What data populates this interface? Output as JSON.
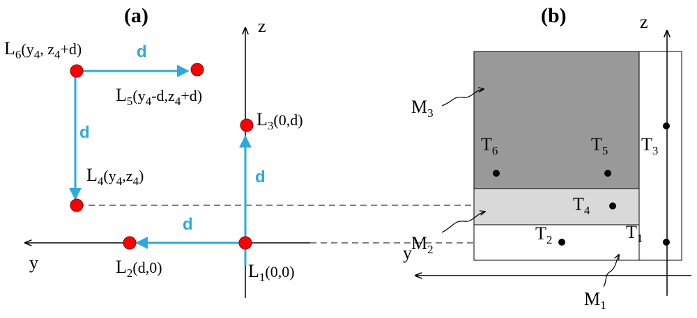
{
  "colors": {
    "accent": "#29ABE2",
    "point": "#FF0000",
    "point_stroke": "#8B0000",
    "region_dark": "#999999",
    "region_light": "#D9D9D9",
    "region_white": "#FFFFFF",
    "line": "#000000"
  },
  "panel_a": {
    "heading": "(a)",
    "axis_z": "z",
    "axis_y": "y",
    "d": "d",
    "points": {
      "L1": {
        "letter": "L",
        "sub": "1",
        "rest": "(0,0)"
      },
      "L2": {
        "letter": "L",
        "sub": "2",
        "rest": "(d,0)"
      },
      "L3": {
        "letter": "L",
        "sub": "3",
        "rest": "(0,d)"
      },
      "L4": {
        "letter": "L",
        "sub": "4",
        "p1": "(y",
        "p1sub": "4",
        "p2": ",z",
        "p2sub": "4",
        "p3": ")"
      },
      "L5": {
        "letter": "L",
        "sub": "5",
        "p1": "(y",
        "p1sub": "4",
        "p2": "-d,z",
        "p2sub": "4",
        "p3": "+d)"
      },
      "L6": {
        "letter": "L",
        "sub": "6",
        "p1": "(y",
        "p1sub": "4",
        "p2": ", z",
        "p2sub": "4",
        "p3": "+d)"
      }
    }
  },
  "panel_b": {
    "heading": "(b)",
    "axis_z": "z",
    "axis_y": "y",
    "regions": {
      "M1": {
        "letter": "M",
        "sub": "1"
      },
      "M2": {
        "letter": "M",
        "sub": "2"
      },
      "M3": {
        "letter": "M",
        "sub": "3"
      }
    },
    "targets": {
      "T1": {
        "letter": "T",
        "sub": "1"
      },
      "T2": {
        "letter": "T",
        "sub": "2"
      },
      "T3": {
        "letter": "T",
        "sub": "3"
      },
      "T4": {
        "letter": "T",
        "sub": "4"
      },
      "T5": {
        "letter": "T",
        "sub": "5"
      },
      "T6": {
        "letter": "T",
        "sub": "6"
      }
    }
  }
}
